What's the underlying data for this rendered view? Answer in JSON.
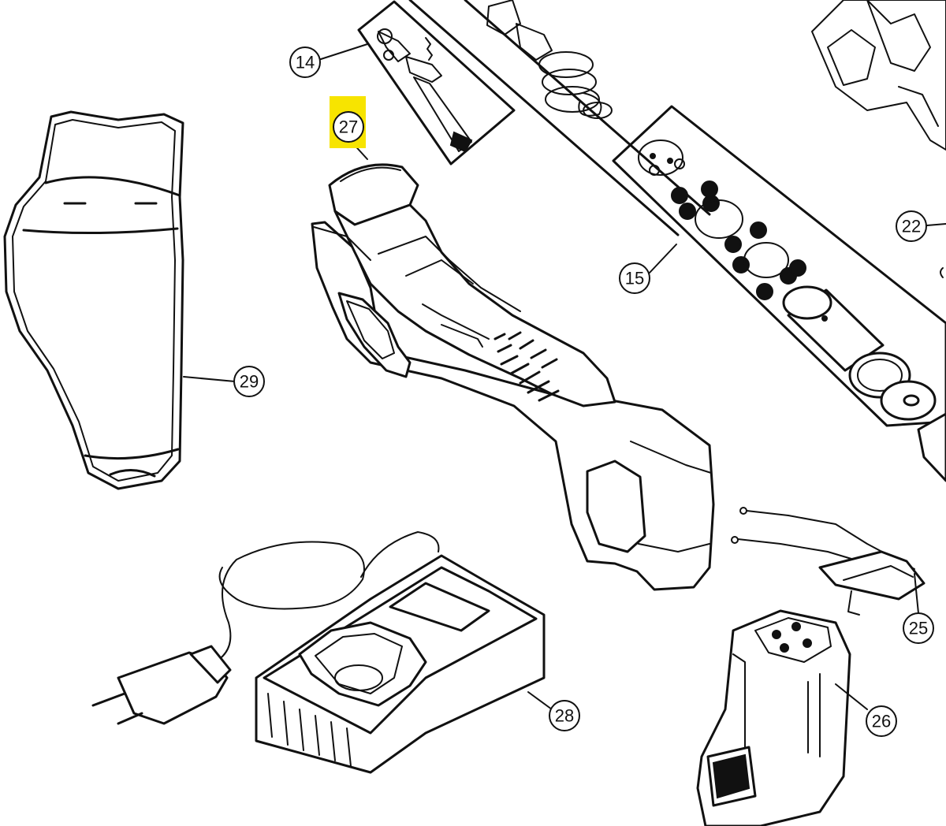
{
  "callouts": {
    "n14": "14",
    "n15": "15",
    "n22": "22",
    "n25": "25",
    "n26": "26",
    "n27": "27",
    "n28": "28",
    "n29": "29"
  },
  "highlight": {
    "color": "#f7e400",
    "target": "27"
  },
  "line_color": "#111111",
  "background": "#ffffff"
}
